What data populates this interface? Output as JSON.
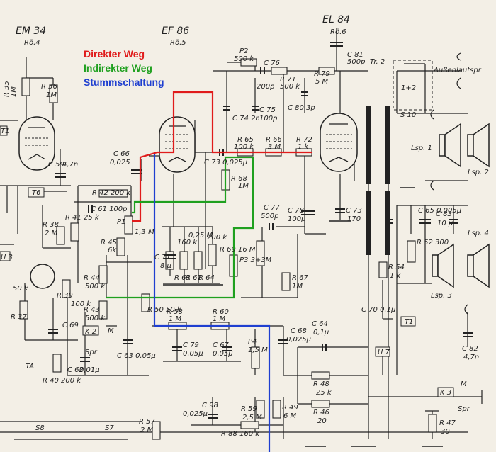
{
  "legend": {
    "direct": {
      "text": "Direkter Weg",
      "color": "#e01b1b"
    },
    "indirect": {
      "text": "Indirekter Weg",
      "color": "#1fa01f"
    },
    "mute": {
      "text": "Stummschaltung",
      "color": "#1f3fd0"
    }
  },
  "tubes": {
    "em34": {
      "name": "EM 34",
      "ref": "Rö.4"
    },
    "ef86": {
      "name": "EF 86",
      "ref": "Rö.5"
    },
    "el84": {
      "name": "EL 84",
      "ref": "Rö.6"
    }
  },
  "labels": {
    "p2": "P2",
    "p2v": "500 k",
    "r35": "R 35",
    "r35v": "1M",
    "r36": "R 36",
    "r36v": "1M",
    "c76": "C 76",
    "c76v": "200p",
    "r71": "R 71",
    "r71v": "500 k",
    "r79": "R 79",
    "r79v": "5 M",
    "c81": "C 81",
    "c81v": "500p",
    "tr2": "Tr. 2",
    "aussen": "Außenlautspr",
    "c74": "C 74  2n",
    "c75": "C 75",
    "c75v": "100p",
    "c80": "C 80  3p",
    "c73": "C 73  0,025μ",
    "r65": "R 65",
    "r65v": "100 k",
    "r66": "R 66",
    "r66v": "3 M",
    "r72": "R 72",
    "r72v": "1 k",
    "s10": "S 10",
    "l12": "1+2",
    "lsp1": "Lsp. 1",
    "lsp2": "Lsp. 2",
    "lsp3": "Lsp. 3",
    "lsp4": "Lsp. 4",
    "c66": "C 66",
    "c66v": "0,025",
    "c59": "C 59",
    "c59v": "4,7n",
    "t6": "T6",
    "r42": "R 42  200 k",
    "c61": "C 61  100p",
    "r68": "R 68",
    "r68v": "1M",
    "c77": "C 77",
    "c77v": "500p",
    "c78": "C 78",
    "c78v": "100μ",
    "c173": "C 73",
    "c173v": "170",
    "r38": "R 38",
    "r38v": "2 M",
    "r41": "R 41  25 k",
    "p1": "P1",
    "r1m": "1,3 M",
    "r45": "R 45",
    "r45v": "6k",
    "c71": "C 71",
    "c71v": "8 μ",
    "r63": "R 63",
    "r63v": "160 k",
    "r61": "R 61",
    "r61v": "0,25 M",
    "r64": "R 64",
    "r64v": "200 k",
    "r69": "R 69  16 M",
    "p3": "P3  3+3M",
    "r67": "R 67",
    "r67v": "1M",
    "r52": "R 52  300",
    "c65": "C 65 0,005μ",
    "c83": "C 83",
    "c83v": "10 μ",
    "r54": "R 54",
    "r54v": "1 k",
    "c70": "C 70  0,1μ",
    "r44": "R 44",
    "r44v": "500 k",
    "r43": "R 43",
    "r43v": "500 k",
    "r39": "R 39",
    "r39v": "100 k",
    "c69": "C 69",
    "k2": "K 2",
    "m": "M",
    "spr": "Spr",
    "r37": "R 37",
    "r37v": "50 k",
    "c63": "C 63  0,05μ",
    "r50": "R 50  50 k",
    "r58": "R 58",
    "r58v": "1 M",
    "r60": "R 60",
    "r60v": "1 M",
    "c79": "C 79",
    "c79v": "0,05μ",
    "c67": "C 67",
    "c67v": "0,05μ",
    "p4": "P4",
    "p4v": "1,5 M",
    "c68": "C 68",
    "c68v": "0,025μ",
    "c64": "C 64",
    "c64v": "0,1μ",
    "t1": "T1",
    "u7": "U 7",
    "r48": "R 48",
    "r48v": "25 k",
    "r46": "R 46",
    "r46v": "20",
    "c82": "C 82",
    "c82v": "4,7n",
    "k3": "K 3",
    "spr2": "Spr",
    "m2": "M",
    "c98": "C 98",
    "c98v": "0,025μ",
    "r59": "R 59",
    "r59v": "2,5 M",
    "r49": "R 49",
    "r49v": "6 M",
    "r88": "R 88  160 k",
    "r57": "R 57",
    "r57v": "2 M",
    "s8": "S8",
    "s7": "S7",
    "r47": "R 47",
    "r47v": "30",
    "r40": "R 40  200 k",
    "c62": "C 62",
    "c62v": "0,01μ",
    "ta": "TA",
    "u3": "U 3",
    "t1b": "T1",
    "v50k": "50 k",
    "v100": "100"
  }
}
